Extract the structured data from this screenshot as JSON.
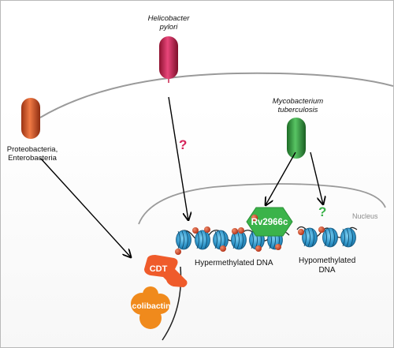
{
  "organisms": {
    "helicobacter": "Helicobacter\npylori",
    "proteobacteria": "Proteobacteria,\nEnterobacteria",
    "mycobacterium": "Mycobacterium\ntuberculosis"
  },
  "question_marks": {
    "helicobacter": "?",
    "mycobacterium": "?"
  },
  "nucleus_label": "Nucleus",
  "dna": {
    "hypermethylated": "Hypermethylated DNA",
    "hypomethylated": "Hypomethylated\nDNA"
  },
  "proteins": {
    "rv": "Rv2966c",
    "cdt": "CDT",
    "colibactin": "colibactin"
  },
  "colors": {
    "helicobacter": "#c8234c",
    "proteobacteria": "#d9542a",
    "mycobacterium": "#2e9e3e",
    "rv_hexagon": "#3bb34a",
    "cdt": "#ef5b2b",
    "colibactin": "#f08a1c",
    "nucleosome": "#3a9fd2",
    "methyl": "#d2462a",
    "question_helicobacter": "#d6245a",
    "question_mycobacterium": "#3bb34a"
  }
}
